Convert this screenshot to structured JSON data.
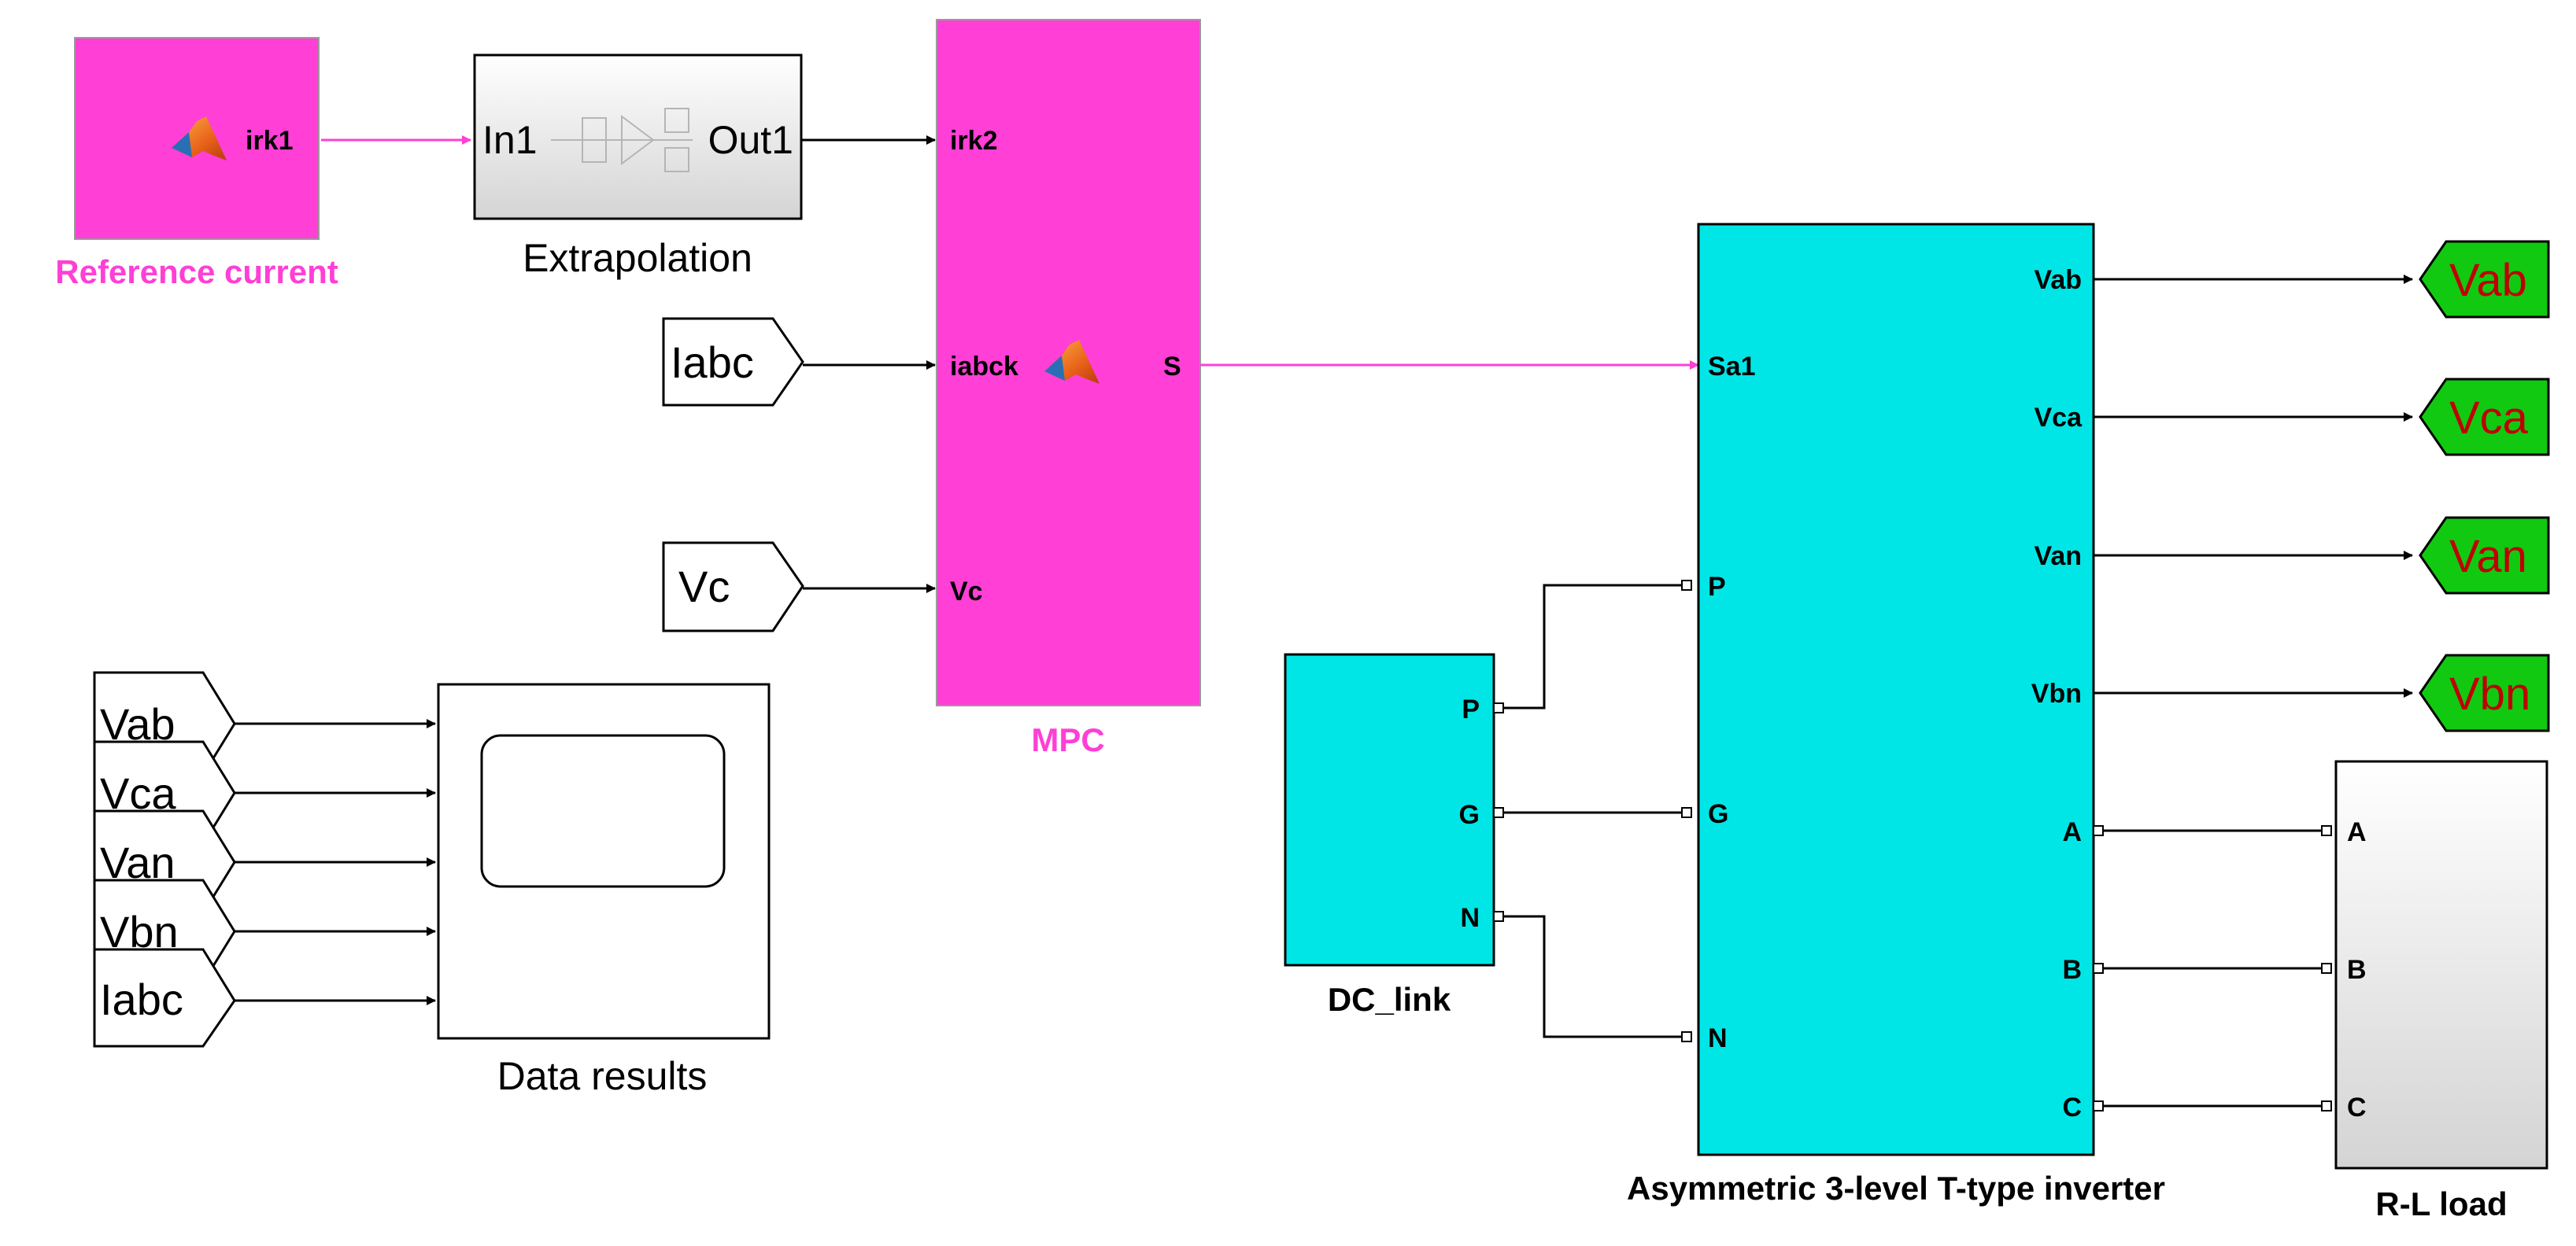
{
  "colors": {
    "magenta": "#ff3fd5",
    "cyan": "#00e6e6",
    "goto_green": "#11c911",
    "goto_text": "#c00000",
    "signal": "#000000",
    "magenta_signal": "#ff3fd5"
  },
  "reference_block": {
    "caption": "Reference current",
    "icon": "matlab-logo-icon",
    "out_port": "irk1"
  },
  "extrapolation_block": {
    "caption": "Extrapolation",
    "in_port": "In1",
    "out_port": "Out1"
  },
  "mpc_block": {
    "caption": "MPC",
    "icon": "matlab-logo-icon",
    "in_ports": [
      "irk2",
      "iabck",
      "Vc"
    ],
    "out_port": "S"
  },
  "from_tags_mpc": [
    "Iabc",
    "Vc"
  ],
  "scope_block": {
    "caption": "Data results",
    "icon": "scope-screen-icon",
    "inputs": [
      "Vab",
      "Vca",
      "Van",
      "Vbn",
      "Iabc"
    ]
  },
  "dc_link_block": {
    "caption": "DC_link",
    "ports": [
      "P",
      "G",
      "N"
    ]
  },
  "inverter_block": {
    "caption": "Asymmetric 3-level T-type inverter",
    "in_ports": [
      "Sa1",
      "P",
      "G",
      "N"
    ],
    "out_ports": [
      "Vab",
      "Vca",
      "Van",
      "Vbn",
      "A",
      "B",
      "C"
    ]
  },
  "goto_tags": [
    "Vab",
    "Vca",
    "Van",
    "Vbn"
  ],
  "load_block": {
    "caption": "R-L load",
    "ports": [
      "A",
      "B",
      "C"
    ]
  }
}
